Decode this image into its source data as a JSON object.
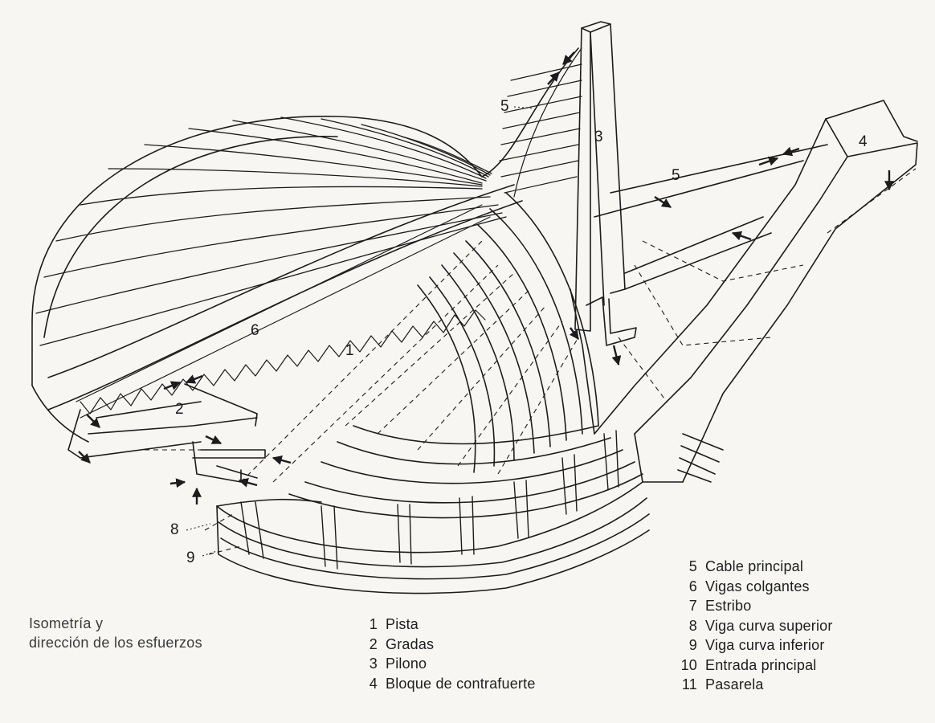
{
  "caption": {
    "line1": "Isometría y",
    "line2": "dirección de los esfuerzos"
  },
  "diagram_labels": [
    "1",
    "2",
    "3",
    "4",
    "5",
    "5",
    "6",
    "8",
    "9"
  ],
  "legend_left": [
    {
      "num": "1",
      "text": "Pista"
    },
    {
      "num": "2",
      "text": "Gradas"
    },
    {
      "num": "3",
      "text": "Pilono"
    },
    {
      "num": "4",
      "text": "Bloque de contrafuerte"
    }
  ],
  "legend_right": [
    {
      "num": "5",
      "text": "Cable principal"
    },
    {
      "num": "6",
      "text": "Vigas colgantes"
    },
    {
      "num": "7",
      "text": "Estribo"
    },
    {
      "num": "8",
      "text": "Viga curva superior"
    },
    {
      "num": "9",
      "text": "Viga curva inferior"
    },
    {
      "num": "10",
      "text": "Entrada principal"
    },
    {
      "num": "11",
      "text": "Pasarela"
    }
  ],
  "colors": {
    "ink": "#1c1c1c",
    "paper": "#f7f6f2"
  }
}
